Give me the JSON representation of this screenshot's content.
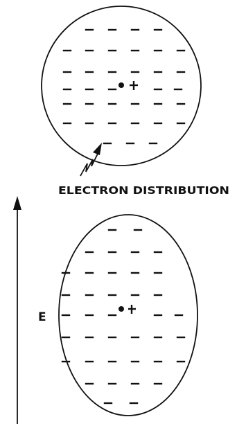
{
  "labels": {
    "electron_distribution": "ELECTRON DISTRIBUTION",
    "field": "E"
  },
  "colors": {
    "ink": "#111111",
    "background": "#ffffff"
  },
  "icons": {
    "nucleus": "dot-plus",
    "field_direction": "arrow-up"
  }
}
